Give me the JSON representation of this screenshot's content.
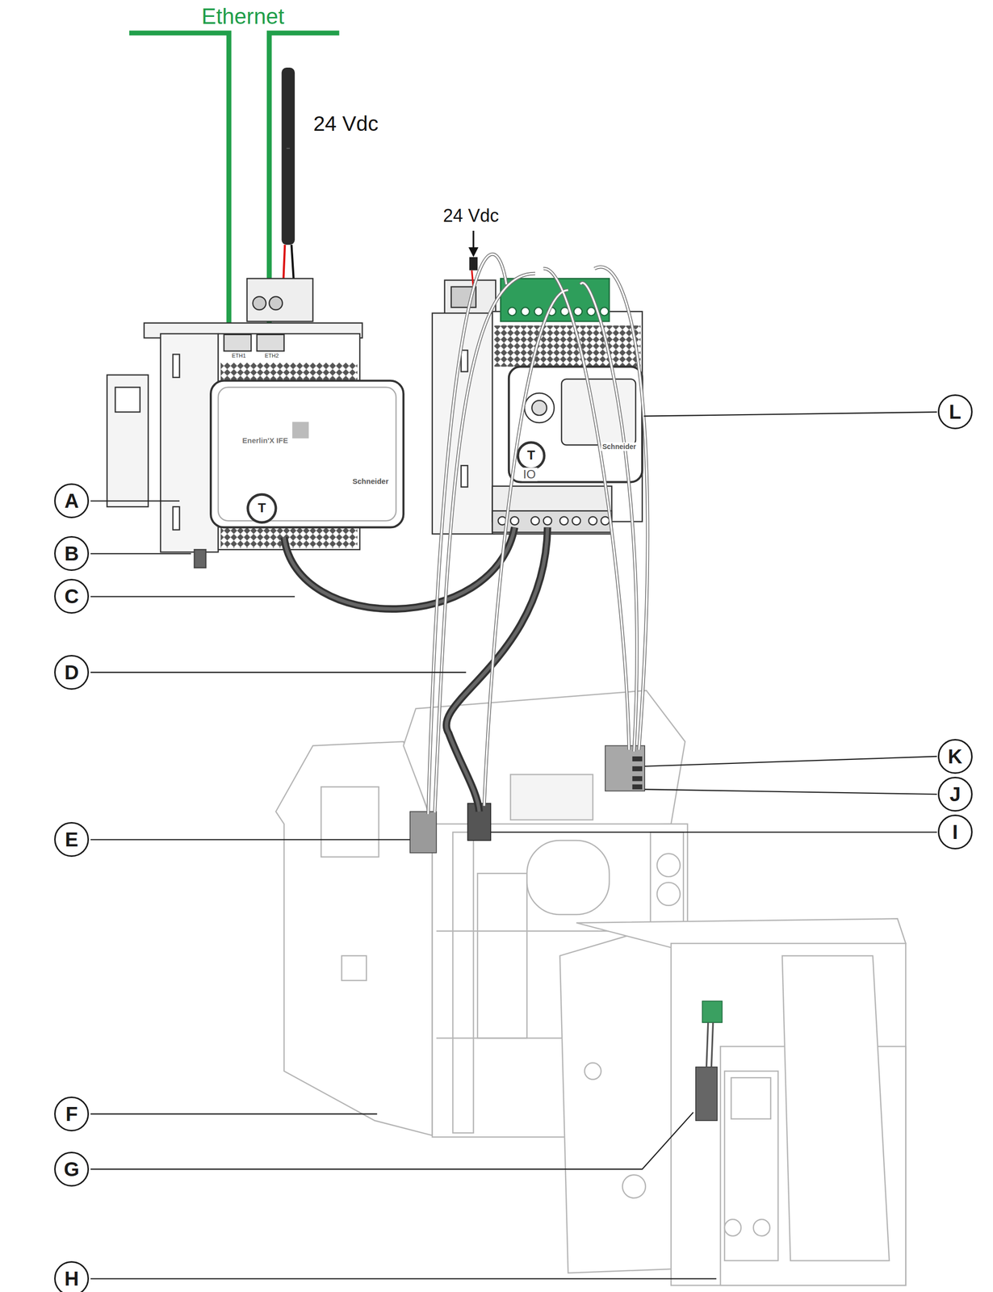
{
  "diagram": {
    "nodes": [
      {
        "text": [
          "A"
        ]
      },
      {
        "text": [
          "B"
        ]
      },
      {
        "text": [
          "C"
        ]
      },
      {
        "text": [
          "D"
        ]
      },
      {
        "text": [
          "E"
        ]
      },
      {
        "text": [
          "F"
        ]
      },
      {
        "text": [
          "G"
        ]
      },
      {
        "text": [
          "H"
        ]
      },
      {
        "text": [
          "I"
        ]
      },
      {
        "text": [
          "J"
        ]
      },
      {
        "text": [
          "K"
        ]
      },
      {
        "text": [
          "L"
        ]
      }
    ],
    "labels": [
      "Ethernet",
      "24 Vdc",
      "24 Vdc",
      "Enerlin'X IFE",
      "ETH1",
      "ETH2",
      "Schneider",
      "Schneider",
      "IO",
      "T",
      "T"
    ]
  }
}
